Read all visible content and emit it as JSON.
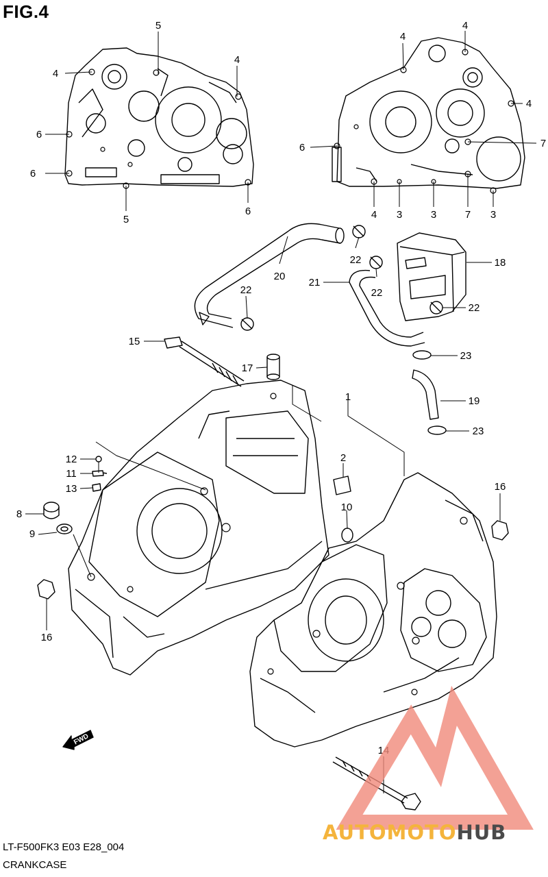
{
  "header": {
    "title": "FIG.4"
  },
  "footer": {
    "code": "LT-F500FK3 E03 E28_004",
    "caption": "CRANKCASE"
  },
  "fwd_label": "FWD",
  "watermark": {
    "part1": "AUTOMOTO",
    "part2": "HUB",
    "color_primary": "#f4b43c",
    "color_triangle": "#f08a7a",
    "color_dark": "#4a4a4a"
  },
  "callouts": {
    "c5a": "5",
    "c4a": "4",
    "c4b": "4",
    "c6a": "6",
    "c6b": "6",
    "c5b": "5",
    "c6c": "6",
    "c4c": "4",
    "c4d": "4",
    "c4e": "4",
    "c6d": "6",
    "c7a": "7",
    "c4f": "4",
    "c3a": "3",
    "c3b": "3",
    "c7b": "7",
    "c3c": "3",
    "c22a": "22",
    "c20": "20",
    "c22b": "22",
    "c21": "21",
    "c18": "18",
    "c22c": "22",
    "c22d": "22",
    "c15": "15",
    "c23a": "23",
    "c17": "17",
    "c1": "1",
    "c19": "19",
    "c23b": "23",
    "c12": "12",
    "c11": "11",
    "c2": "2",
    "c13": "13",
    "c16a": "16",
    "c8": "8",
    "c10": "10",
    "c9": "9",
    "c16b": "16",
    "c14": "14"
  }
}
